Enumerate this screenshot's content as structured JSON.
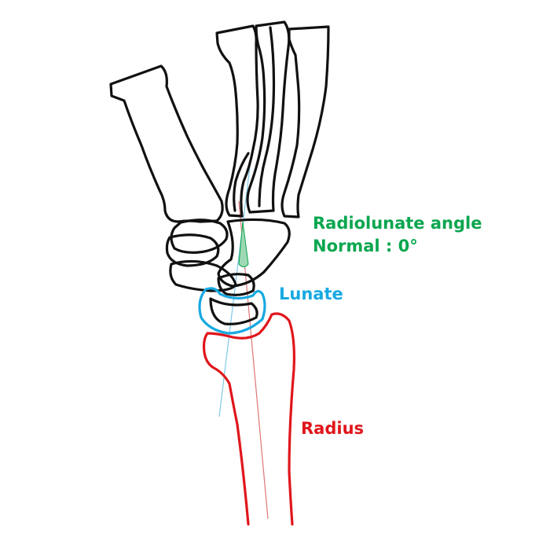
{
  "labels": {
    "angle_title": "Radiolunate angle",
    "angle_normal": "Normal : 0°",
    "lunate": "Lunate",
    "radius": "Radius"
  },
  "colors": {
    "outline": "#111111",
    "angle": "#0aa64f",
    "angle_fill": "#9fd8b4",
    "lunate": "#17a9e1",
    "radius": "#e0161b",
    "radius_axis": "#e07575",
    "lunate_axis": "#7fc8e8"
  }
}
